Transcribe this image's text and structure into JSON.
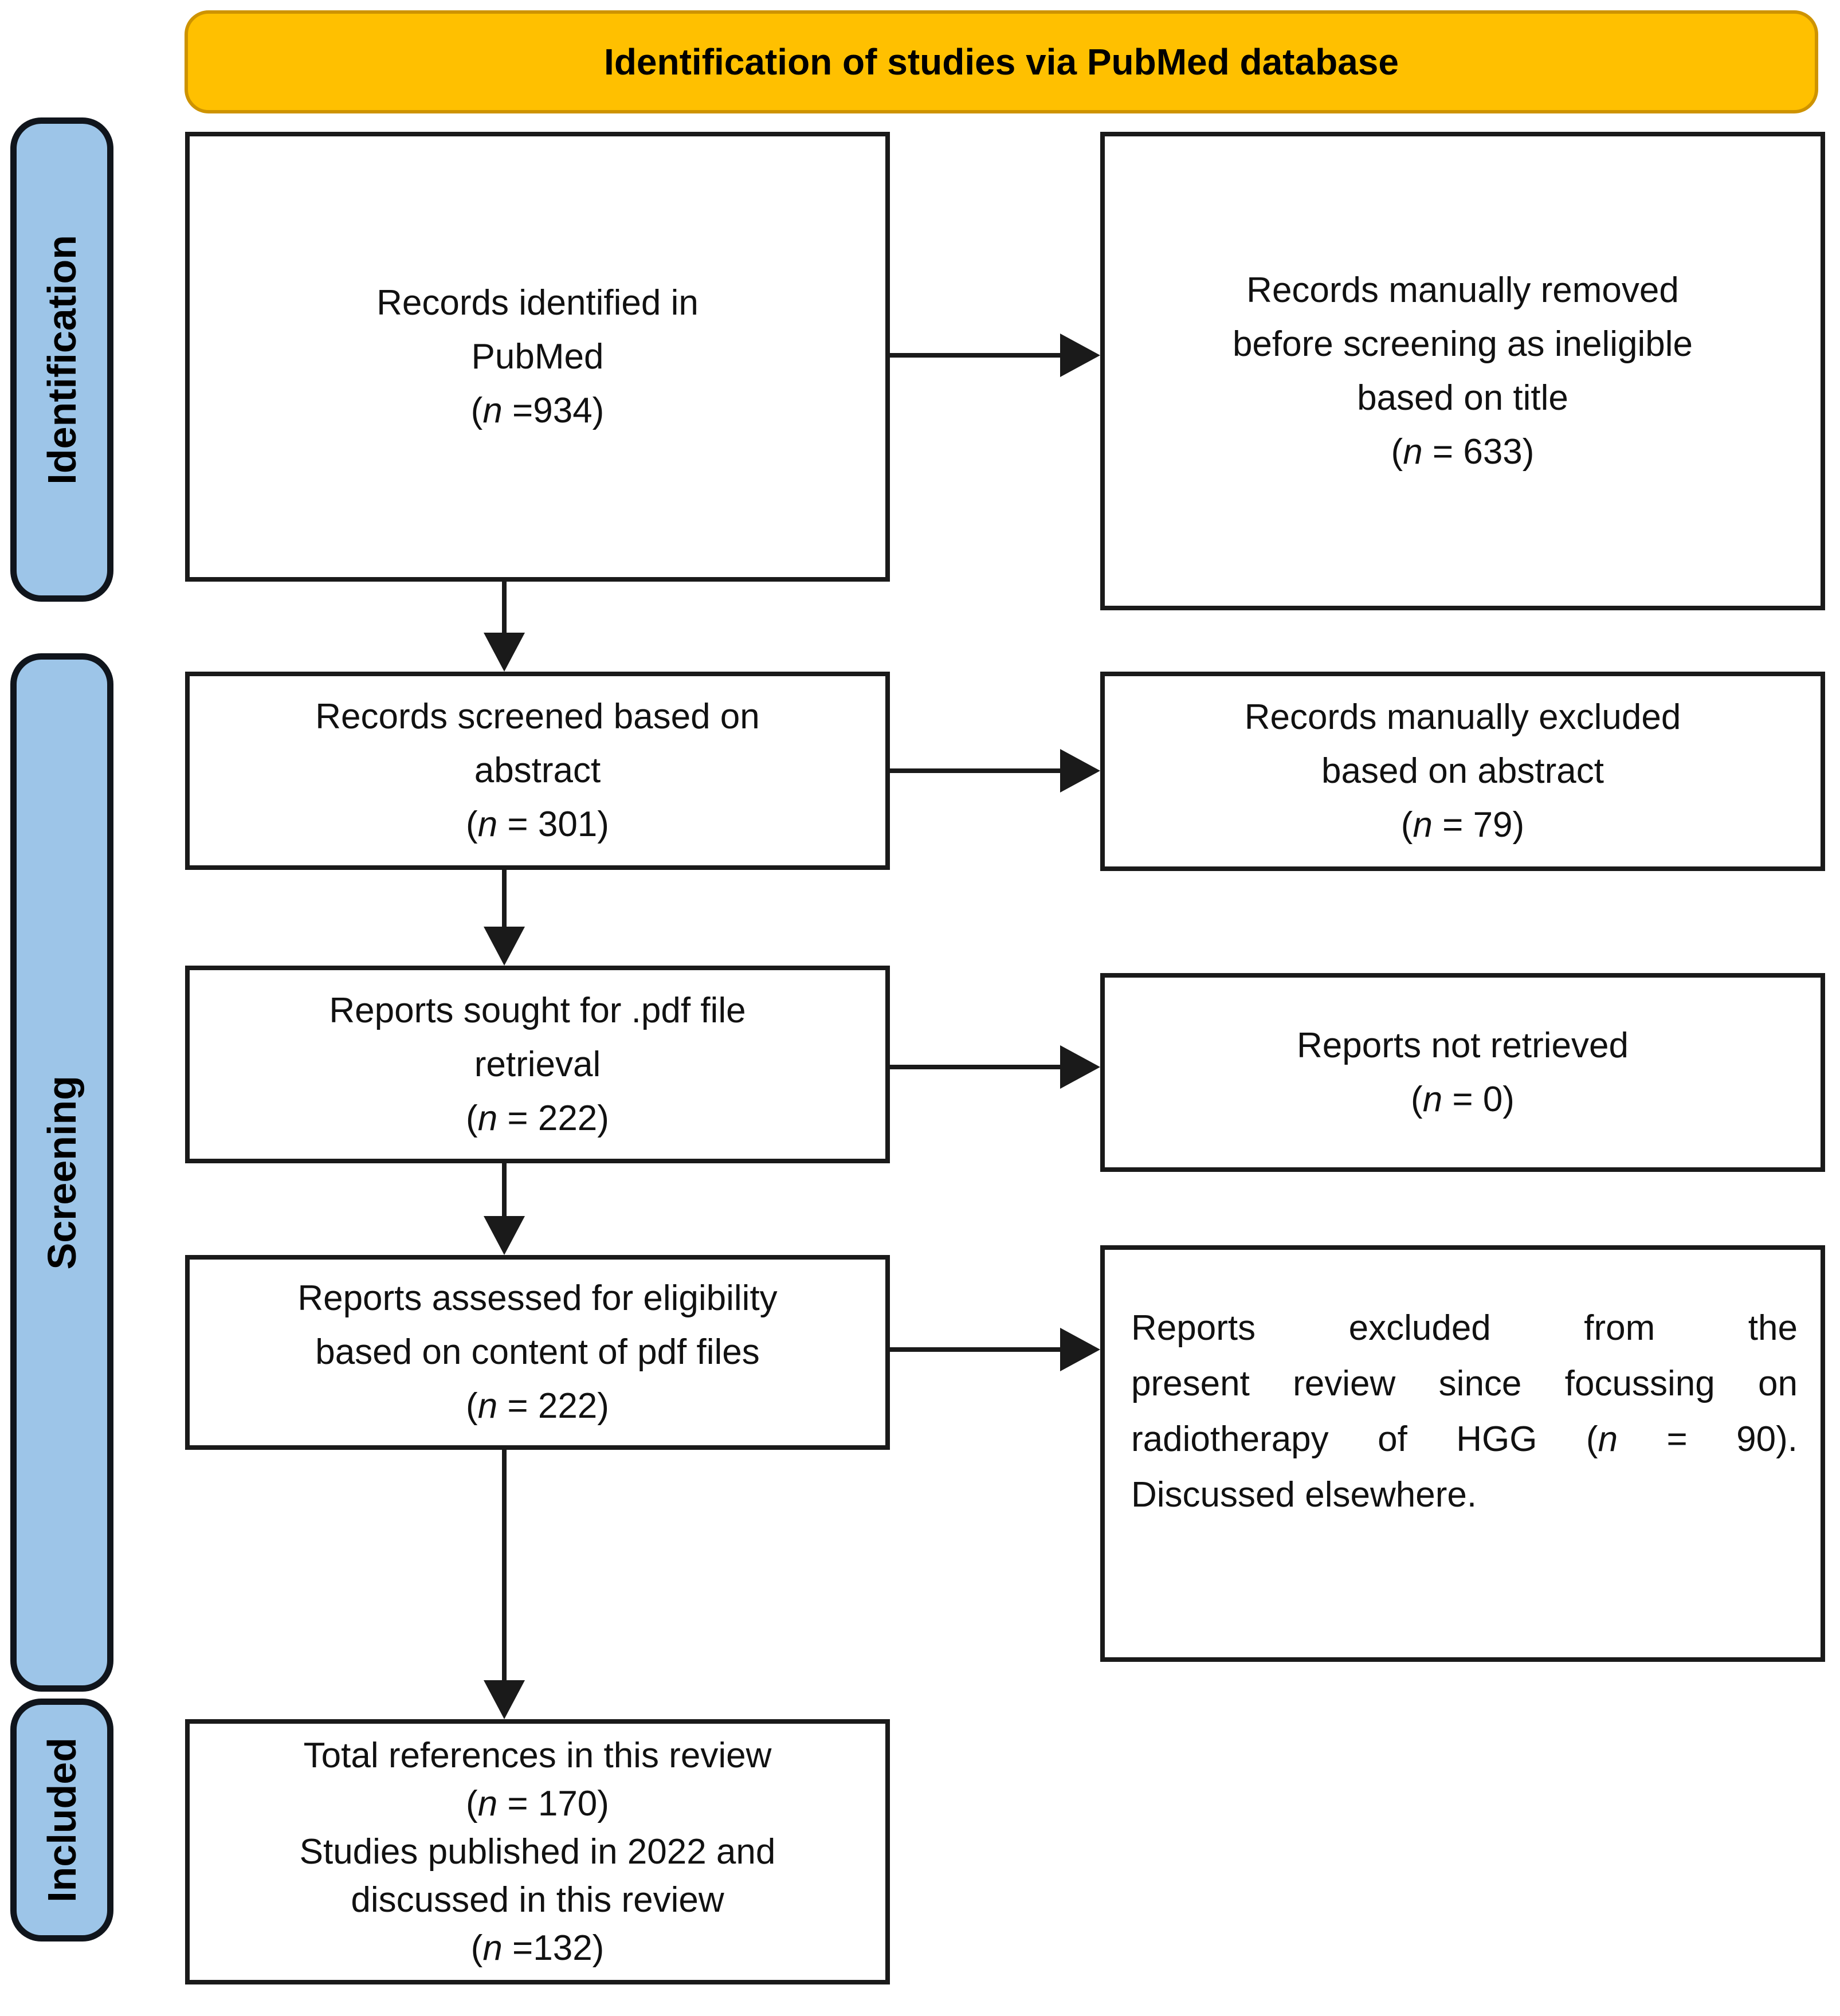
{
  "header": {
    "title": "Identification of studies via PubMed database"
  },
  "stages": {
    "identification": "Identification",
    "screening": "Screening",
    "included": "Included"
  },
  "boxes": {
    "records_identified": {
      "line1": "Records identified in",
      "line2": "PubMed",
      "n_open": "(",
      "n": "n",
      "n_rest": " =934)"
    },
    "records_removed": {
      "line1": "Records manually removed",
      "line2": "before screening as ineligible",
      "line3": "based on title",
      "n_open": "(",
      "n": "n",
      "n_rest": " = 633)"
    },
    "records_screened": {
      "line1": "Records screened based on",
      "line2": "abstract",
      "n_open": "(",
      "n": "n",
      "n_rest": " = 301)"
    },
    "records_excluded": {
      "line1": "Records manually excluded",
      "line2": "based on abstract",
      "n_open": "(",
      "n": "n",
      "n_rest": " = 79)"
    },
    "reports_sought": {
      "line1": "Reports sought for .pdf file",
      "line2": "retrieval",
      "n_open": "(",
      "n": "n",
      "n_rest": " = 222)"
    },
    "reports_not_retrieved": {
      "line1": "Reports not retrieved",
      "n_open": "(",
      "n": "n",
      "n_rest": " = 0)"
    },
    "reports_assessed": {
      "line1": "Reports assessed for eligibility",
      "line2": "based on content of pdf files",
      "n_open": "(",
      "n": "n",
      "n_rest": " = 222)"
    },
    "reports_excluded": {
      "line1": "Reports excluded from the",
      "line2": "present review since focussing on",
      "line3_pre": "radiotherapy of HGG (",
      "line3_n": "n",
      "line3_post": " = 90).",
      "line4": "Discussed elsewhere."
    },
    "total_references": {
      "line1": "Total references in this review",
      "c1_open": "(",
      "c1_n": "n",
      "c1_rest": " = 170)",
      "line2": "Studies published in 2022 and",
      "line3": "discussed in this review",
      "c2_open": "(",
      "c2_n": "n",
      "c2_rest": " =132)"
    }
  },
  "colors": {
    "page_bg": "#FFFFFF",
    "header_bg": "#FFC000",
    "header_border": "#CE9300",
    "stage_bg": "#9DC5E8",
    "stage_border": "#10151C",
    "box_border": "#1A1A1A",
    "arrow": "#1A1A1A",
    "text_color": "#111111"
  }
}
